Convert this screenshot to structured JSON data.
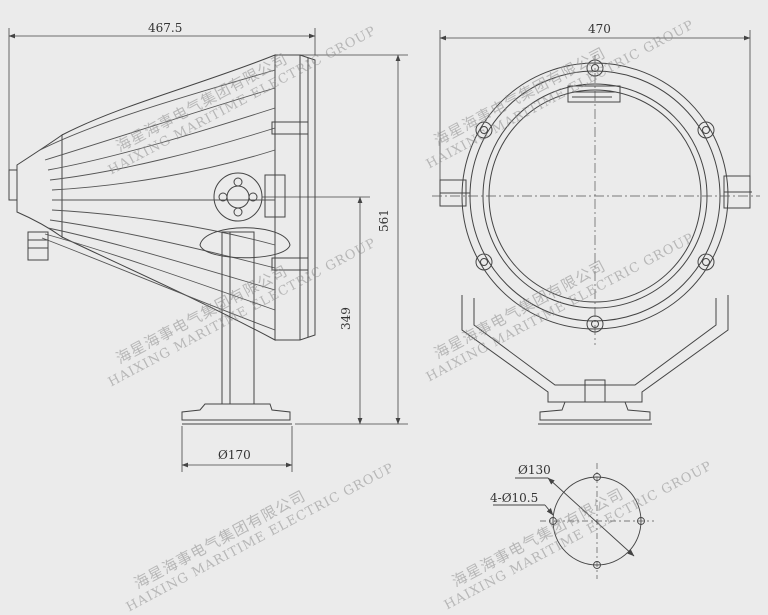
{
  "dimensions": {
    "side_width": "467.5",
    "front_width": "470",
    "total_height": "561",
    "pivot_height": "349",
    "base_diameter": "Ø170",
    "bolt_circle": "Ø130",
    "holes": "4-Ø10.5"
  },
  "watermark": {
    "cn": "海星海事电气集团有限公司",
    "en": "HAIXING MARITIME ELECTRIC GROUP"
  },
  "colors": {
    "background": "#ebebeb",
    "line": "#444444",
    "centerline": "#555555",
    "watermark": "#8c8c8c"
  }
}
